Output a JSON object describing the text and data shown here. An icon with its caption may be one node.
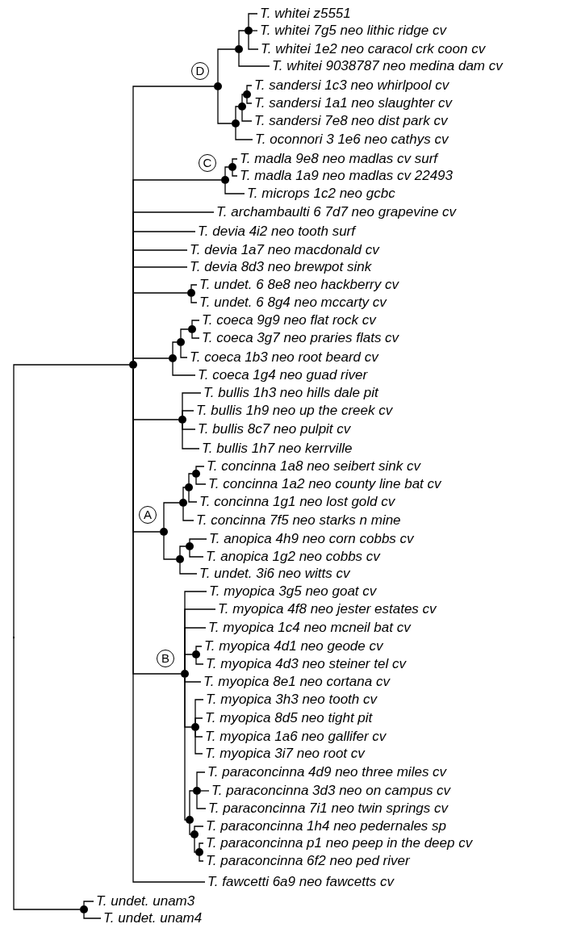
{
  "diagram": {
    "nodes": [
      {
        "text": [
          "T. whitei z5551"
        ]
      },
      {
        "text": [
          "T. whitei 7g5 neo lithic ridge cv"
        ]
      },
      {
        "text": [
          "T. whitei 1e2 neo caracol crk coon cv"
        ]
      },
      {
        "text": [
          "T. whitei 9038787 neo medina dam cv"
        ]
      },
      {
        "text": [
          "T. sandersi 1c3 neo whirlpool cv"
        ]
      },
      {
        "text": [
          "T. sandersi 1a1 neo slaughter cv"
        ]
      },
      {
        "text": [
          "T. sandersi 7e8 neo dist park cv"
        ]
      },
      {
        "text": [
          "T. oconnori 3 1e6 neo cathys cv"
        ]
      },
      {
        "text": [
          "T. madla 9e8 neo madlas cv surf"
        ]
      },
      {
        "text": [
          "T. madla 1a9 neo madlas cv 22493"
        ]
      },
      {
        "text": [
          "T. microps 1c2 neo gcbc"
        ]
      },
      {
        "text": [
          "T. archambaulti 6 7d7 neo grapevine cv"
        ]
      },
      {
        "text": [
          "T. devia 4i2 neo tooth surf"
        ]
      },
      {
        "text": [
          "T. devia 1a7 neo macdonald cv"
        ]
      },
      {
        "text": [
          "T. devia 8d3 neo brewpot sink"
        ]
      },
      {
        "text": [
          "T. undet. 6 8e8 neo hackberry cv"
        ]
      },
      {
        "text": [
          "T. undet. 6 8g4 neo mccarty cv"
        ]
      },
      {
        "text": [
          "T. coeca 9g9 neo flat rock cv"
        ]
      },
      {
        "text": [
          "T. coeca 3g7 neo praries flats cv"
        ]
      },
      {
        "text": [
          "T. coeca 1b3 neo root beard cv"
        ]
      },
      {
        "text": [
          "T. coeca 1g4 neo guad river"
        ]
      },
      {
        "text": [
          "T. bullis 1h3 neo hills dale pit"
        ]
      },
      {
        "text": [
          "T. bullis 1h9 neo up the creek cv"
        ]
      },
      {
        "text": [
          "T. bullis 8c7 neo pulpit cv"
        ]
      },
      {
        "text": [
          "T. bullis 1h7 neo kerrville"
        ]
      },
      {
        "text": [
          "T. concinna 1a8 neo seibert sink cv"
        ]
      },
      {
        "text": [
          "T. concinna 1a2 neo county line bat cv"
        ]
      },
      {
        "text": [
          "T. concinna 1g1 neo lost gold cv"
        ]
      },
      {
        "text": [
          "T. concinna 7f5 neo starks n mine"
        ]
      },
      {
        "text": [
          "T. anopica 4h9 neo corn cobbs cv"
        ]
      },
      {
        "text": [
          "T. anopica 1g2 neo cobbs cv"
        ]
      },
      {
        "text": [
          "T. undet. 3i6 neo witts cv"
        ]
      },
      {
        "text": [
          "T. myopica 3g5 neo goat cv"
        ]
      },
      {
        "text": [
          "T. myopica 4f8 neo jester estates cv"
        ]
      },
      {
        "text": [
          "T. myopica 1c4 neo mcneil bat cv"
        ]
      },
      {
        "text": [
          "T. myopica 4d1 neo geode cv"
        ]
      },
      {
        "text": [
          "T. myopica 4d3 neo steiner tel cv"
        ]
      },
      {
        "text": [
          "T. myopica 8e1 neo cortana cv"
        ]
      },
      {
        "text": [
          "T. myopica 3h3 neo tooth cv"
        ]
      },
      {
        "text": [
          "T. myopica 8d5 neo tight pit"
        ]
      },
      {
        "text": [
          "T. myopica 1a6 neo gallifer cv"
        ]
      },
      {
        "text": [
          "T. myopica 3i7 neo root cv"
        ]
      },
      {
        "text": [
          "T. paraconcinna 4d9 neo three miles cv"
        ]
      },
      {
        "text": [
          "T. paraconcinna 3d3 neo on campus cv"
        ]
      },
      {
        "text": [
          "T. paraconcinna 7i1 neo twin springs cv"
        ]
      },
      {
        "text": [
          "T. paraconcinna 1h4 neo pedernales sp"
        ]
      },
      {
        "text": [
          "T. paraconcinna p1 neo peep in the deep cv"
        ]
      },
      {
        "text": [
          "T. paraconcinna 6f2 neo ped river"
        ]
      },
      {
        "text": [
          "T. fawcetti 6a9 neo fawcetts cv"
        ]
      },
      {
        "text": [
          "T. undet. unam3"
        ]
      },
      {
        "text": [
          "T. undet. unam4"
        ]
      },
      {
        "text": [],
        "shape": "point"
      },
      {
        "text": [],
        "shape": "circle"
      },
      {
        "text": [],
        "shape": "circle"
      },
      {
        "text": [],
        "shape": "circle"
      },
      {
        "text": [],
        "shape": "circle"
      },
      {
        "text": [],
        "shape": "circle"
      },
      {
        "text": [],
        "shape": "circle"
      },
      {
        "text": [],
        "shape": "circle"
      },
      {
        "text": [],
        "shape": "circle"
      },
      {
        "text": [],
        "shape": "circle"
      },
      {
        "text": [],
        "shape": "circle"
      },
      {
        "text": [],
        "shape": "circle"
      },
      {
        "text": [],
        "shape": "circle"
      },
      {
        "text": [],
        "shape": "circle"
      },
      {
        "text": [],
        "shape": "circle"
      },
      {
        "text": [],
        "shape": "circle"
      },
      {
        "text": [],
        "shape": "circle"
      },
      {
        "text": [],
        "shape": "circle"
      },
      {
        "text": [],
        "shape": "circle"
      },
      {
        "text": [],
        "shape": "circle"
      },
      {
        "text": [],
        "shape": "circle"
      },
      {
        "text": [],
        "shape": "circle"
      },
      {
        "text": [],
        "shape": "circle"
      },
      {
        "text": [],
        "shape": "circle"
      },
      {
        "text": [],
        "shape": "circle"
      },
      {
        "text": [],
        "shape": "circle"
      },
      {
        "text": [],
        "shape": "circle"
      },
      {
        "text": [],
        "shape": "circle"
      },
      {
        "text": [],
        "shape": "circle"
      },
      {
        "text": [
          "D"
        ]
      },
      {
        "text": [
          "C"
        ]
      },
      {
        "text": [
          "A"
        ]
      },
      {
        "text": [
          "B"
        ]
      }
    ],
    "edges": [
      {
        "from": 51,
        "to": 52,
        "arrow": "none"
      },
      {
        "from": 51,
        "to": 79,
        "arrow": "none"
      },
      {
        "from": 52,
        "to": 53,
        "arrow": "none"
      },
      {
        "from": 52,
        "to": 59,
        "arrow": "none"
      },
      {
        "from": 52,
        "to": 11,
        "arrow": "none"
      },
      {
        "from": 52,
        "to": 12,
        "arrow": "none"
      },
      {
        "from": 52,
        "to": 13,
        "arrow": "none"
      },
      {
        "from": 52,
        "to": 14,
        "arrow": "none"
      },
      {
        "from": 52,
        "to": 61,
        "arrow": "none"
      },
      {
        "from": 52,
        "to": 62,
        "arrow": "none"
      },
      {
        "from": 52,
        "to": 65,
        "arrow": "none"
      },
      {
        "from": 52,
        "to": 66,
        "arrow": "none"
      },
      {
        "from": 52,
        "to": 72,
        "arrow": "none"
      },
      {
        "from": 52,
        "to": 48,
        "arrow": "none"
      },
      {
        "from": 53,
        "to": 54,
        "arrow": "none"
      },
      {
        "from": 53,
        "to": 56,
        "arrow": "none"
      },
      {
        "from": 54,
        "to": 55,
        "arrow": "none"
      },
      {
        "from": 54,
        "to": 3,
        "arrow": "none"
      },
      {
        "from": 55,
        "to": 0,
        "arrow": "none"
      },
      {
        "from": 55,
        "to": 1,
        "arrow": "none"
      },
      {
        "from": 55,
        "to": 2,
        "arrow": "none"
      },
      {
        "from": 56,
        "to": 57,
        "arrow": "none"
      },
      {
        "from": 56,
        "to": 7,
        "arrow": "none"
      },
      {
        "from": 57,
        "to": 58,
        "arrow": "none"
      },
      {
        "from": 57,
        "to": 6,
        "arrow": "none"
      },
      {
        "from": 58,
        "to": 4,
        "arrow": "none"
      },
      {
        "from": 58,
        "to": 5,
        "arrow": "none"
      },
      {
        "from": 59,
        "to": 60,
        "arrow": "none"
      },
      {
        "from": 59,
        "to": 10,
        "arrow": "none"
      },
      {
        "from": 60,
        "to": 8,
        "arrow": "none"
      },
      {
        "from": 60,
        "to": 9,
        "arrow": "none"
      },
      {
        "from": 61,
        "to": 15,
        "arrow": "none"
      },
      {
        "from": 61,
        "to": 16,
        "arrow": "none"
      },
      {
        "from": 62,
        "to": 63,
        "arrow": "none"
      },
      {
        "from": 62,
        "to": 20,
        "arrow": "none"
      },
      {
        "from": 63,
        "to": 64,
        "arrow": "none"
      },
      {
        "from": 63,
        "to": 19,
        "arrow": "none"
      },
      {
        "from": 64,
        "to": 17,
        "arrow": "none"
      },
      {
        "from": 64,
        "to": 18,
        "arrow": "none"
      },
      {
        "from": 65,
        "to": 21,
        "arrow": "none"
      },
      {
        "from": 65,
        "to": 22,
        "arrow": "none"
      },
      {
        "from": 65,
        "to": 23,
        "arrow": "none"
      },
      {
        "from": 65,
        "to": 24,
        "arrow": "none"
      },
      {
        "from": 66,
        "to": 67,
        "arrow": "none"
      },
      {
        "from": 66,
        "to": 70,
        "arrow": "none"
      },
      {
        "from": 67,
        "to": 68,
        "arrow": "none"
      },
      {
        "from": 67,
        "to": 28,
        "arrow": "none"
      },
      {
        "from": 68,
        "to": 69,
        "arrow": "none"
      },
      {
        "from": 68,
        "to": 27,
        "arrow": "none"
      },
      {
        "from": 69,
        "to": 25,
        "arrow": "none"
      },
      {
        "from": 69,
        "to": 26,
        "arrow": "none"
      },
      {
        "from": 70,
        "to": 71,
        "arrow": "none"
      },
      {
        "from": 70,
        "to": 31,
        "arrow": "none"
      },
      {
        "from": 71,
        "to": 29,
        "arrow": "none"
      },
      {
        "from": 71,
        "to": 30,
        "arrow": "none"
      },
      {
        "from": 72,
        "to": 32,
        "arrow": "none"
      },
      {
        "from": 72,
        "to": 33,
        "arrow": "none"
      },
      {
        "from": 72,
        "to": 34,
        "arrow": "none"
      },
      {
        "from": 72,
        "to": 73,
        "arrow": "none"
      },
      {
        "from": 72,
        "to": 37,
        "arrow": "none"
      },
      {
        "from": 72,
        "to": 74,
        "arrow": "none"
      },
      {
        "from": 72,
        "to": 75,
        "arrow": "none"
      },
      {
        "from": 73,
        "to": 35,
        "arrow": "none"
      },
      {
        "from": 73,
        "to": 36,
        "arrow": "none"
      },
      {
        "from": 74,
        "to": 38,
        "arrow": "none"
      },
      {
        "from": 74,
        "to": 39,
        "arrow": "none"
      },
      {
        "from": 74,
        "to": 40,
        "arrow": "none"
      },
      {
        "from": 74,
        "to": 41,
        "arrow": "none"
      },
      {
        "from": 75,
        "to": 76,
        "arrow": "none"
      },
      {
        "from": 75,
        "to": 77,
        "arrow": "none"
      },
      {
        "from": 76,
        "to": 42,
        "arrow": "none"
      },
      {
        "from": 76,
        "to": 43,
        "arrow": "none"
      },
      {
        "from": 76,
        "to": 44,
        "arrow": "none"
      },
      {
        "from": 77,
        "to": 45,
        "arrow": "none"
      },
      {
        "from": 77,
        "to": 78,
        "arrow": "none"
      },
      {
        "from": 78,
        "to": 46,
        "arrow": "none"
      },
      {
        "from": 78,
        "to": 47,
        "arrow": "none"
      },
      {
        "from": 79,
        "to": 49,
        "arrow": "none"
      },
      {
        "from": 79,
        "to": 50,
        "arrow": "none"
      }
    ]
  }
}
